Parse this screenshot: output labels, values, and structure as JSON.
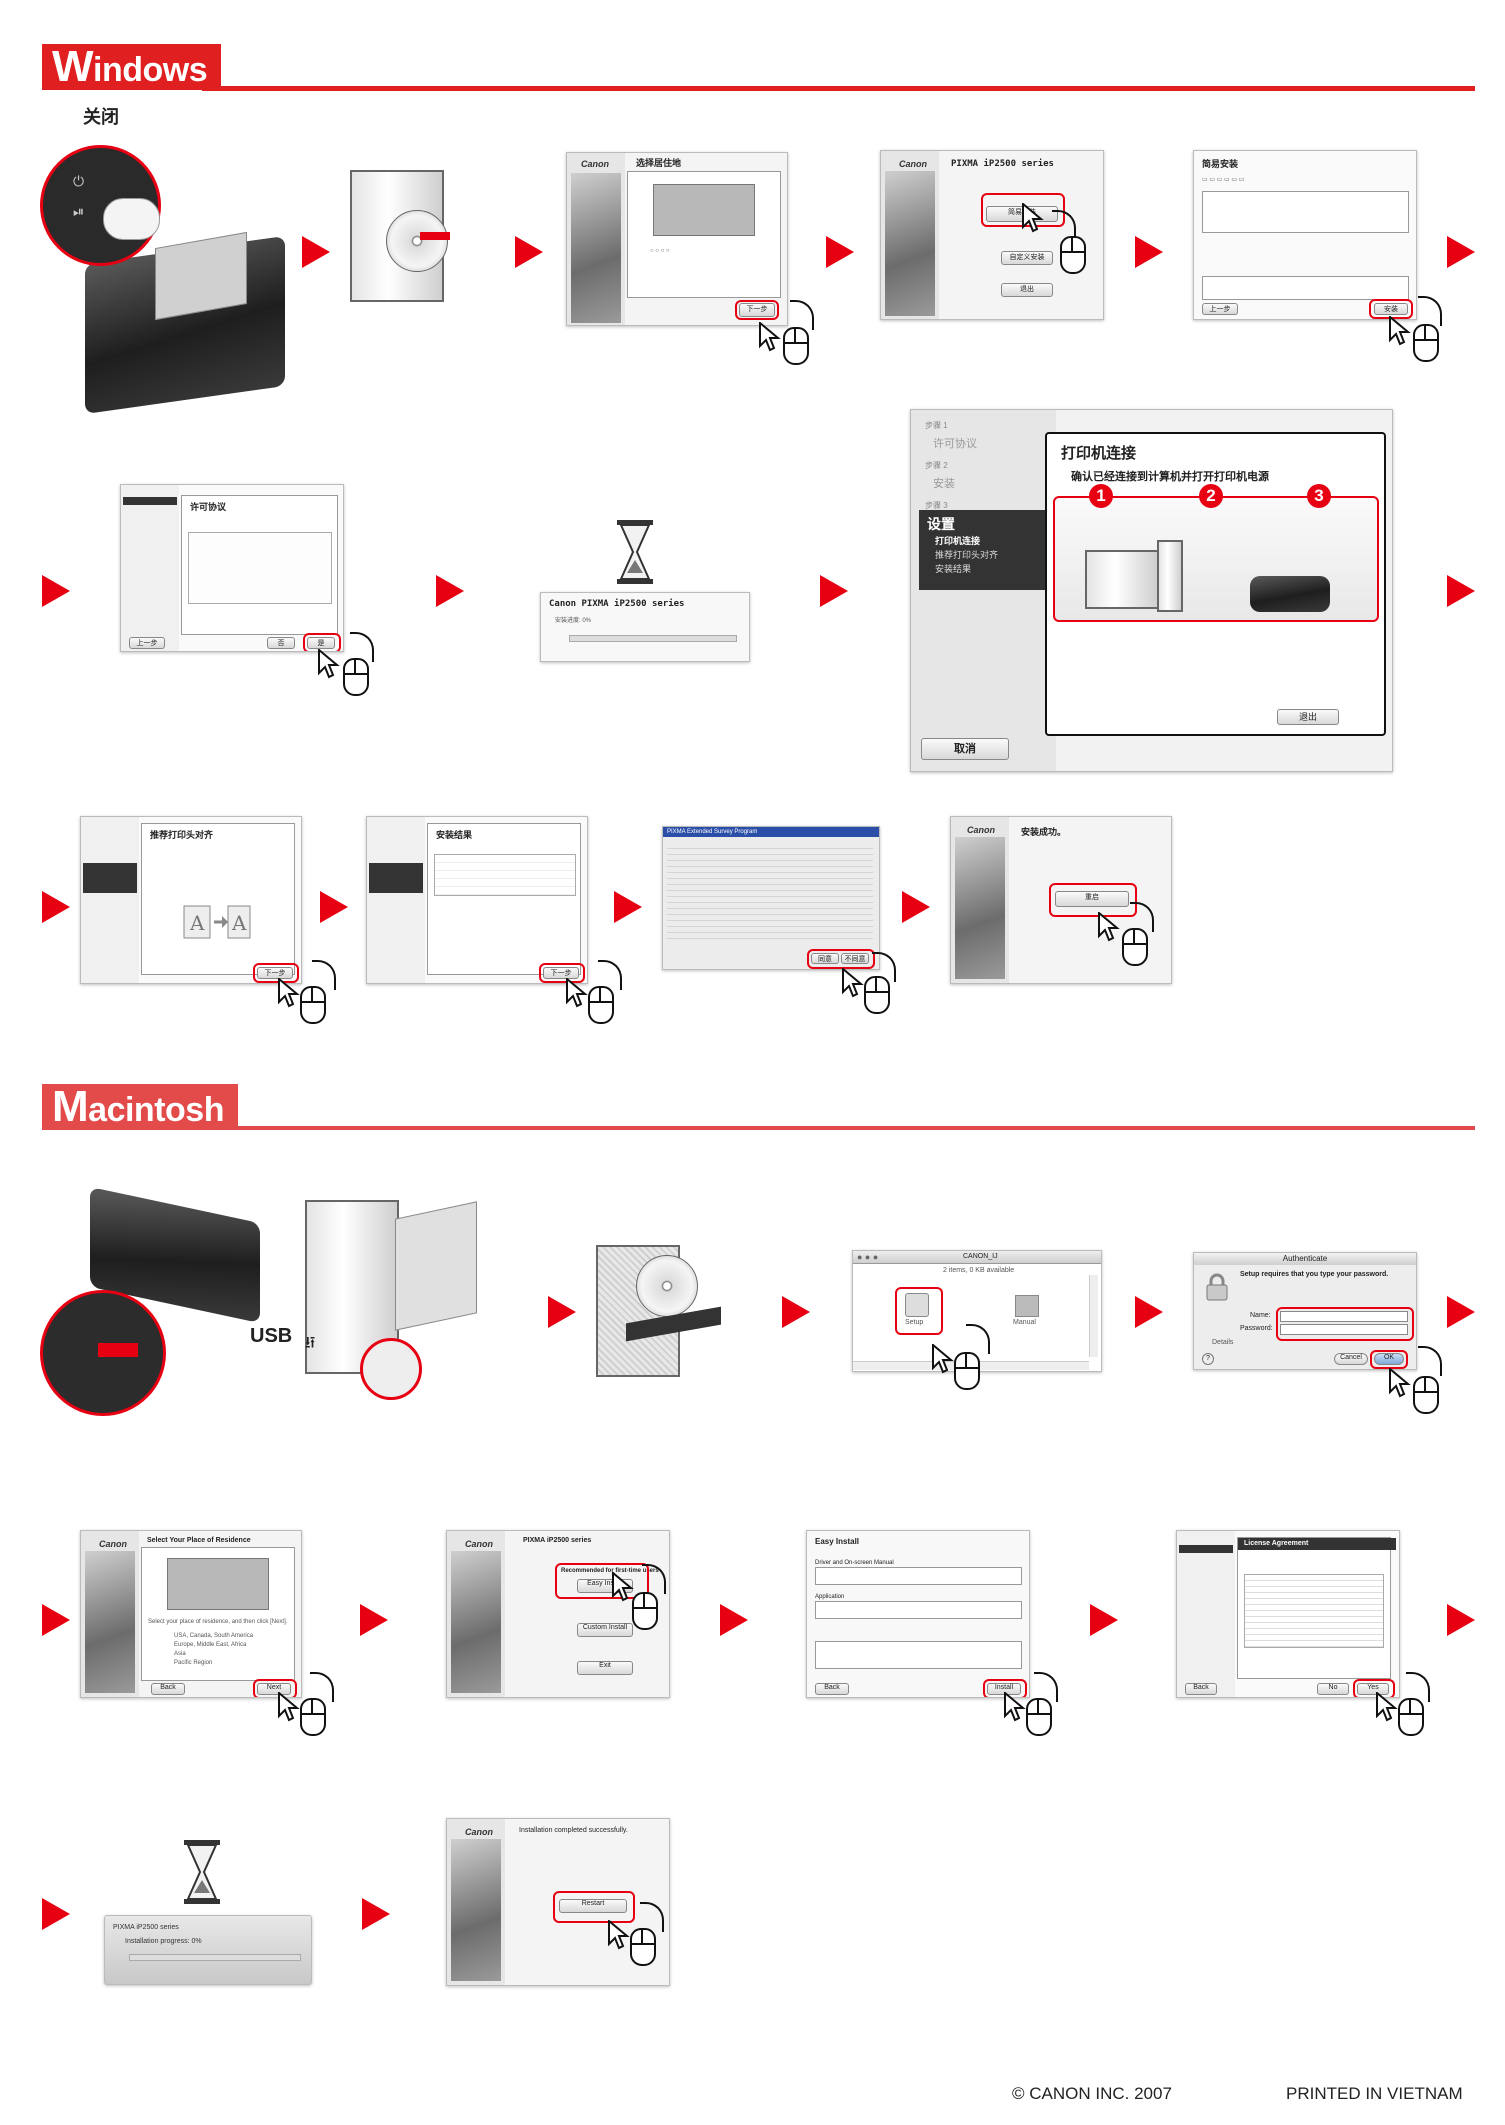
{
  "sections": {
    "windows": {
      "label_initial": "W",
      "label_rest": "indows",
      "rule_color": "#e02020"
    },
    "mac": {
      "label_initial": "M",
      "label_rest": "acintosh",
      "rule_color": "#e34a4a"
    }
  },
  "windows": {
    "close_label": "关闭",
    "dlg_region": {
      "brand": "Canon",
      "title": "选择居住地",
      "next": "下一步"
    },
    "dlg_menu": {
      "brand": "Canon",
      "title": "PIXMA iP2500 series",
      "easy": "简易安装",
      "custom": "自定义安装",
      "exit": "退出"
    },
    "dlg_easy_install": {
      "title": "简易安装",
      "back": "上一步",
      "install": "安装"
    },
    "dlg_license": {
      "title": "许可协议",
      "back": "上一步",
      "no": "否",
      "yes": "是"
    },
    "progress": {
      "series": "Canon PIXMA iP2500 series",
      "status": "安装进度: 0%"
    },
    "printer_connection": {
      "steps": [
        "步骤 1",
        "许可协议",
        "步骤 2",
        "安装",
        "步骤 3"
      ],
      "section": "设置",
      "sub": [
        "打印机连接",
        "推荐打印头对齐",
        "安装结果"
      ],
      "title": "打印机连接",
      "instruction": "确认已经连接到计算机并打开打印机电源",
      "numbers": [
        "1",
        "2",
        "3"
      ],
      "exit": "退出",
      "cancel": "取消"
    },
    "dlg_align": {
      "title": "推荐打印头对齐",
      "next": "下一步"
    },
    "dlg_results": {
      "title": "安装结果",
      "next": "下一步"
    },
    "dlg_survey": {
      "title": "PIXMA Extended Survey Program",
      "agree": "同意",
      "disagree": "不同意"
    },
    "dlg_complete": {
      "brand": "Canon",
      "title": "安装成功。",
      "restart": "重启"
    }
  },
  "mac": {
    "usb_label": "USB",
    "finder": {
      "title": "CANON_IJ",
      "status": "2 items, 0 KB available",
      "items": [
        "Setup",
        "Manual"
      ]
    },
    "auth": {
      "title": "Authenticate",
      "prompt": "Setup requires that you type your password.",
      "name": "Name:",
      "password": "Password:",
      "details": "Details",
      "cancel": "Cancel",
      "ok": "OK"
    },
    "dlg_region": {
      "brand": "Canon",
      "title": "Select Your Place of Residence",
      "prompt": "Select your place of residence, and then click [Next].",
      "options": [
        "USA, Canada, South America",
        "Europe, Middle East, Africa",
        "Asia",
        "Pacific Region"
      ],
      "back": "Back",
      "next": "Next"
    },
    "dlg_menu": {
      "brand": "Canon",
      "title": "PIXMA iP2500 series",
      "recommended": "Recommended for first-time users",
      "easy": "Easy Install",
      "custom": "Custom Install",
      "exit": "Exit"
    },
    "dlg_easy_install": {
      "title": "Easy Install",
      "row1": "Driver and On-screen Manual",
      "row2": "Application",
      "back": "Back",
      "install": "Install"
    },
    "dlg_license": {
      "title": "License Agreement",
      "back": "Back",
      "no": "No",
      "yes": "Yes"
    },
    "progress": {
      "series": "PIXMA iP2500 series",
      "status": "Installation progress: 0%"
    },
    "dlg_complete": {
      "brand": "Canon",
      "title": "Installation completed successfully.",
      "restart": "Restart"
    }
  },
  "footer": {
    "copyright": "© CANON INC. 2007",
    "printed": "PRINTED IN VIETNAM"
  },
  "colors": {
    "accent": "#e60012"
  }
}
